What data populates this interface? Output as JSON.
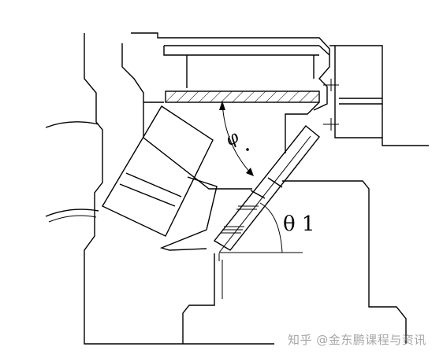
{
  "labels": {
    "theta": "θ 1",
    "phi": "φ"
  },
  "watermark": "知乎 @金东鹏课程与资讯",
  "colors": {
    "ink": "#000000",
    "background": "#ffffff",
    "watermark": "#969696"
  }
}
